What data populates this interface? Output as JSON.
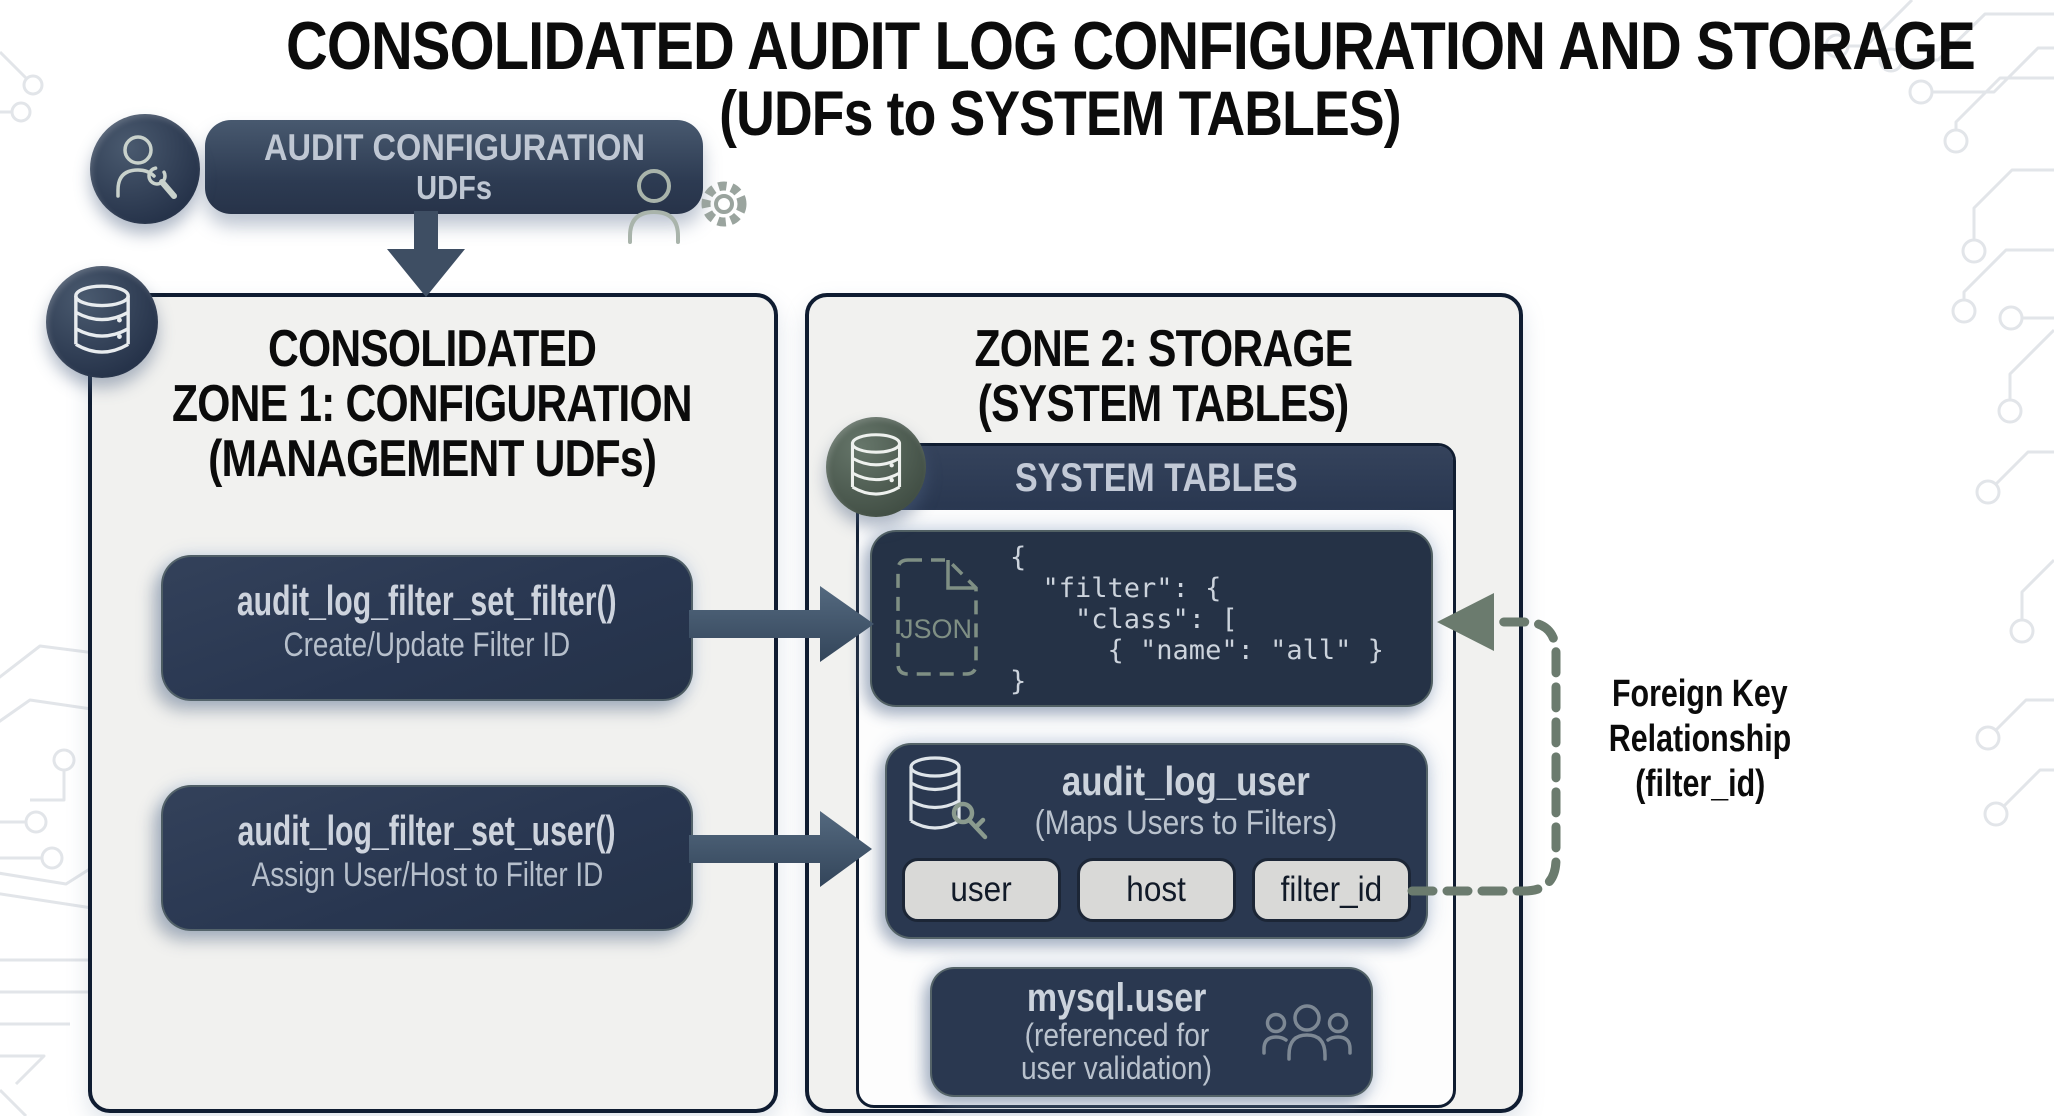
{
  "title": {
    "line1": "CONSOLIDATED AUDIT LOG CONFIGURATION AND STORAGE",
    "line2": "(UDFs to SYSTEM TABLES)"
  },
  "banner": {
    "line1": "AUDIT CONFIGURATION",
    "line2": "UDFs"
  },
  "zone1": {
    "header_line1": "CONSOLIDATED",
    "header_line2": "ZONE 1: CONFIGURATION",
    "header_line3": "(MANAGEMENT UDFs)",
    "udf1": {
      "name": "audit_log_filter_set_filter()",
      "desc": "Create/Update Filter ID"
    },
    "udf2": {
      "name": "audit_log_filter_set_user()",
      "desc": "Assign User/Host to Filter ID"
    }
  },
  "zone2": {
    "header_line1": "ZONE 2: STORAGE",
    "header_line2": "(SYSTEM TABLES)",
    "system_tables_label": "SYSTEM TABLES",
    "json_snippet": {
      "icon_label": "JSON",
      "lines": [
        "{",
        "  \"filter\": {",
        "    \"class\": [",
        "      { \"name\": \"all\" }",
        "}"
      ]
    },
    "audit_log_user": {
      "name": "audit_log_user",
      "desc": "(Maps Users to Filters)",
      "columns": [
        "user",
        "host",
        "filter_id"
      ]
    },
    "mysql_user": {
      "name": "mysql.user",
      "desc_line1": "(referenced for",
      "desc_line2": "user validation)"
    }
  },
  "foreign_key": {
    "line1": "Foreign Key",
    "line2": "Relationship",
    "line3": "(filter_id)"
  },
  "colors": {
    "navy_box": "#2a3850",
    "zone_bg": "#f1f1ef",
    "sage_accent": "#6b7b6e",
    "chip_bg": "#d9d9d7",
    "light_text": "#ccd3dc"
  }
}
